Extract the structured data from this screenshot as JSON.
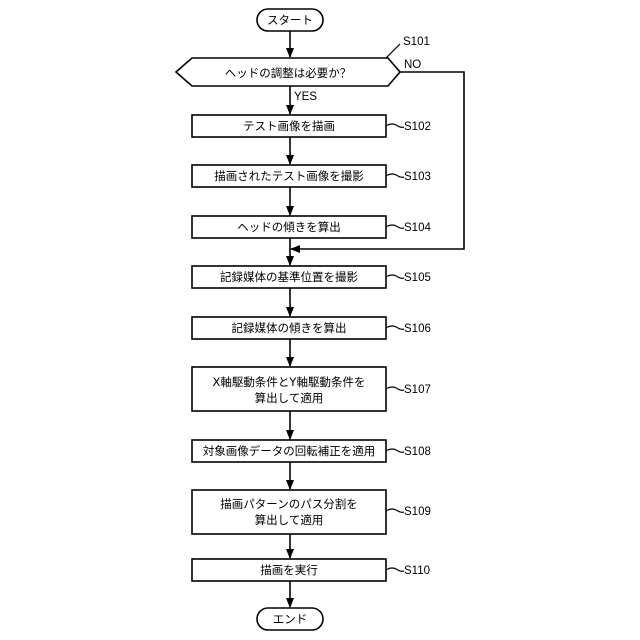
{
  "flowchart": {
    "start": "スタート",
    "end": "エンド",
    "decision": {
      "text": "ヘッドの調整は必要か？",
      "step": "S101",
      "yes": "YES",
      "no": "NO"
    },
    "steps": [
      {
        "id": "S102",
        "lines": [
          "テスト画像を描画"
        ]
      },
      {
        "id": "S103",
        "lines": [
          "描画されたテスト画像を撮影"
        ]
      },
      {
        "id": "S104",
        "lines": [
          "ヘッドの傾きを算出"
        ]
      },
      {
        "id": "S105",
        "lines": [
          "記録媒体の基準位置を撮影"
        ]
      },
      {
        "id": "S106",
        "lines": [
          "記録媒体の傾きを算出"
        ]
      },
      {
        "id": "S107",
        "lines": [
          "X軸駆動条件とY軸駆動条件を",
          "算出して適用"
        ]
      },
      {
        "id": "S108",
        "lines": [
          "対象画像データの回転補正を適用"
        ]
      },
      {
        "id": "S109",
        "lines": [
          "描画パターンのパス分割を",
          "算出して適用"
        ]
      },
      {
        "id": "S110",
        "lines": [
          "描画を実行"
        ]
      }
    ]
  }
}
